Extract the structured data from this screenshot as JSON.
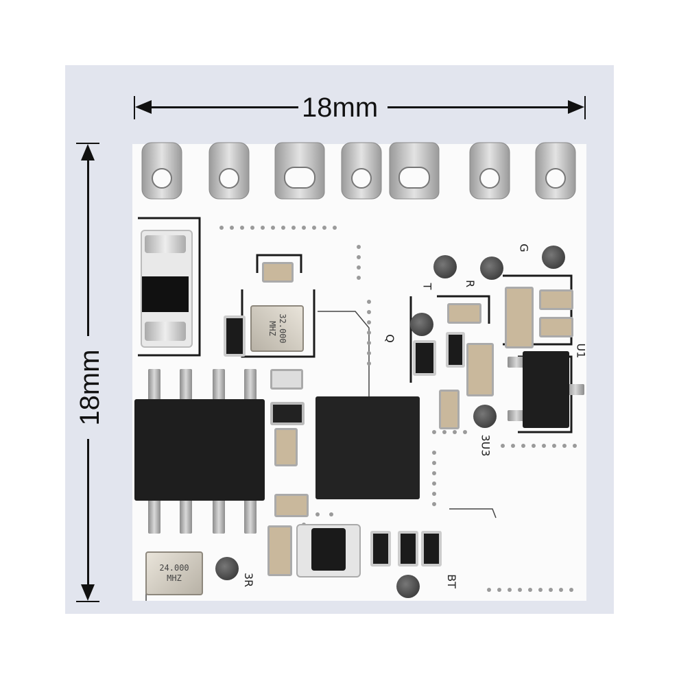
{
  "dimensions": {
    "width_label": "18mm",
    "height_label": "18mm"
  },
  "crystals": {
    "top": {
      "freq": "32.000",
      "unit": "MHZ"
    },
    "bottom": {
      "freq": "24.000",
      "unit": "MHZ"
    }
  },
  "silkscreen": {
    "g": "G",
    "r": "R",
    "t": "T",
    "u1": "U1",
    "u3": "3U3",
    "q": "Q",
    "rb": "3R",
    "bt": "BT"
  },
  "colors": {
    "background": "#e2e5ee",
    "board": "#fbfbfb",
    "chip": "#1e1e1e",
    "solder": "#c8c8c8"
  }
}
